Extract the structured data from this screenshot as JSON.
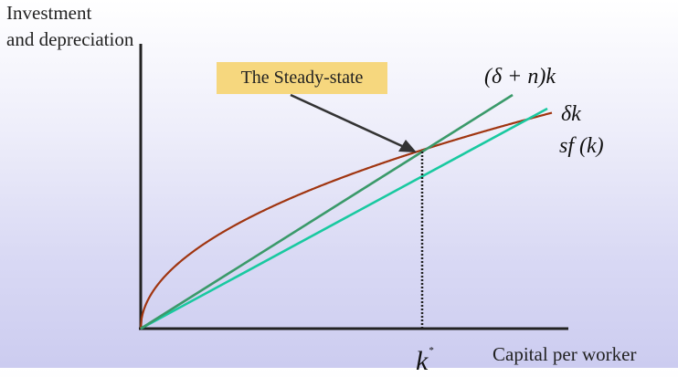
{
  "axes": {
    "y_title_line1": "Investment",
    "y_title_line2": "and depreciation",
    "x_title": "Capital per worker",
    "x_marker": "k",
    "x_marker_superscript": "*"
  },
  "callout": {
    "text": "The Steady-state"
  },
  "curves": {
    "breakeven_total": {
      "label": "(δ + n)k",
      "color": "#3a9a6a"
    },
    "depreciation": {
      "label": "δk",
      "color": "#19c9a0"
    },
    "investment": {
      "label": "sf (k)",
      "color": "#a03510"
    }
  },
  "colors": {
    "axis": "#222222",
    "arrow": "#333333",
    "callout_bg": "#f6d77e"
  }
}
